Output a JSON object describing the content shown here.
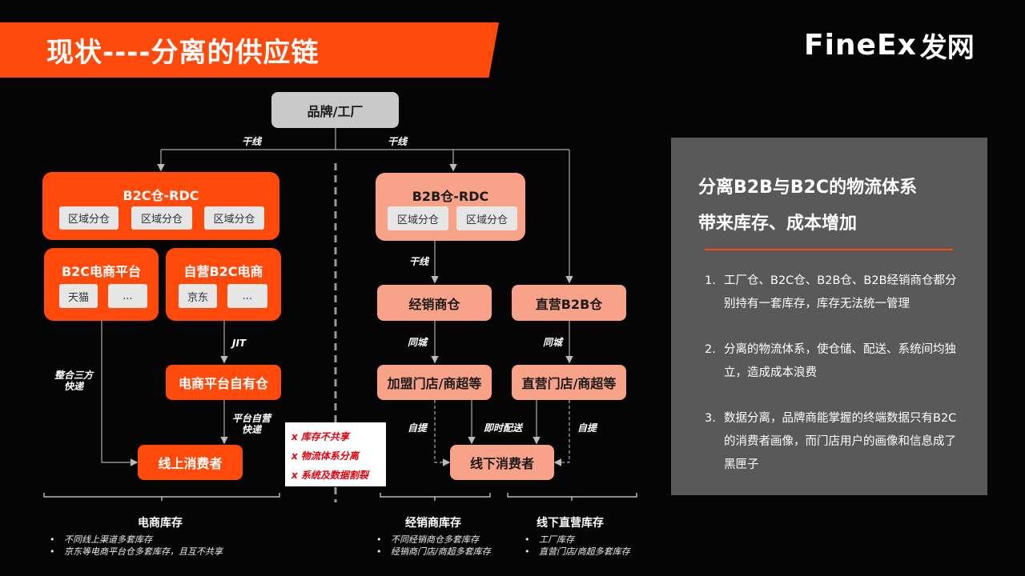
{
  "header": {
    "title": "现状----分离的供应链",
    "logo_main": "FineEx",
    "logo_cn": "发网"
  },
  "colors": {
    "accent": "#ff4a0c",
    "salmon": "#f9a28a",
    "node_gray": "#c9c9c9",
    "panel_bg": "#595959",
    "warning_red": "#e3000e"
  },
  "diagram": {
    "brand_node": "品牌/工厂",
    "trunk_label_left": "干线",
    "trunk_label_right": "干线",
    "b2c_rdc": {
      "title": "B2C仓-RDC",
      "chips": [
        "区域分仓",
        "区域分仓",
        "区域分仓"
      ]
    },
    "b2c_platform": {
      "title": "B2C电商平台",
      "chips": [
        "天猫",
        "..."
      ]
    },
    "self_b2c": {
      "title": "自营B2C电商",
      "chips": [
        "京东",
        "..."
      ]
    },
    "jit_label": "JIT",
    "platform_warehouse": "电商平台自有仓",
    "platform_express_label": "平台自营\n快递",
    "third_party_label": "整合三方\n快递",
    "online_consumer": "线上消费者",
    "b2b_rdc": {
      "title": "B2B仓-RDC",
      "chips": [
        "区域分仓",
        "区域分仓"
      ]
    },
    "b2b_trunk_label": "干线",
    "dealer_warehouse": "经销商仓",
    "direct_b2b_warehouse": "直营B2B仓",
    "same_city_left": "同城",
    "same_city_right": "同城",
    "franchise_store": "加盟门店/商超等",
    "direct_store": "直营门店/商超等",
    "self_pickup_left": "自提",
    "instant_delivery": "即时配送",
    "self_pickup_right": "自提",
    "offline_consumer": "线下消费者"
  },
  "warnings": [
    "x 库存不共享",
    "x 物流体系分离",
    "x 系统及数据割裂"
  ],
  "footer": {
    "ecommerce": {
      "title": "电商库存",
      "items": [
        "不同线上渠道多套库存",
        "京东等电商平台仓多套库存，且互不共享"
      ]
    },
    "dealer": {
      "title": "经销商库存",
      "items": [
        "不同经销商仓多套库存",
        "经销商门店/商超多套库存"
      ]
    },
    "offline_direct": {
      "title": "线下直营库存",
      "items": [
        "工厂库存",
        "直营门店/商超多套库存"
      ]
    }
  },
  "panel": {
    "heading_line1": "分离B2B与B2C的物流体系",
    "heading_line2": "带来库存、成本增加",
    "items": [
      {
        "num": "1.",
        "text": "工厂仓、B2C仓、B2B仓、B2B经销商仓都分别持有一套库存，库存无法统一管理"
      },
      {
        "num": "2.",
        "text": "分离的物流体系，使仓储、配送、系统间均独立，造成成本浪费"
      },
      {
        "num": "3.",
        "text": "数据分离，品牌商能掌握的终端数据只有B2C的消费者画像，而门店用户的画像和信息成了黑匣子"
      }
    ]
  }
}
